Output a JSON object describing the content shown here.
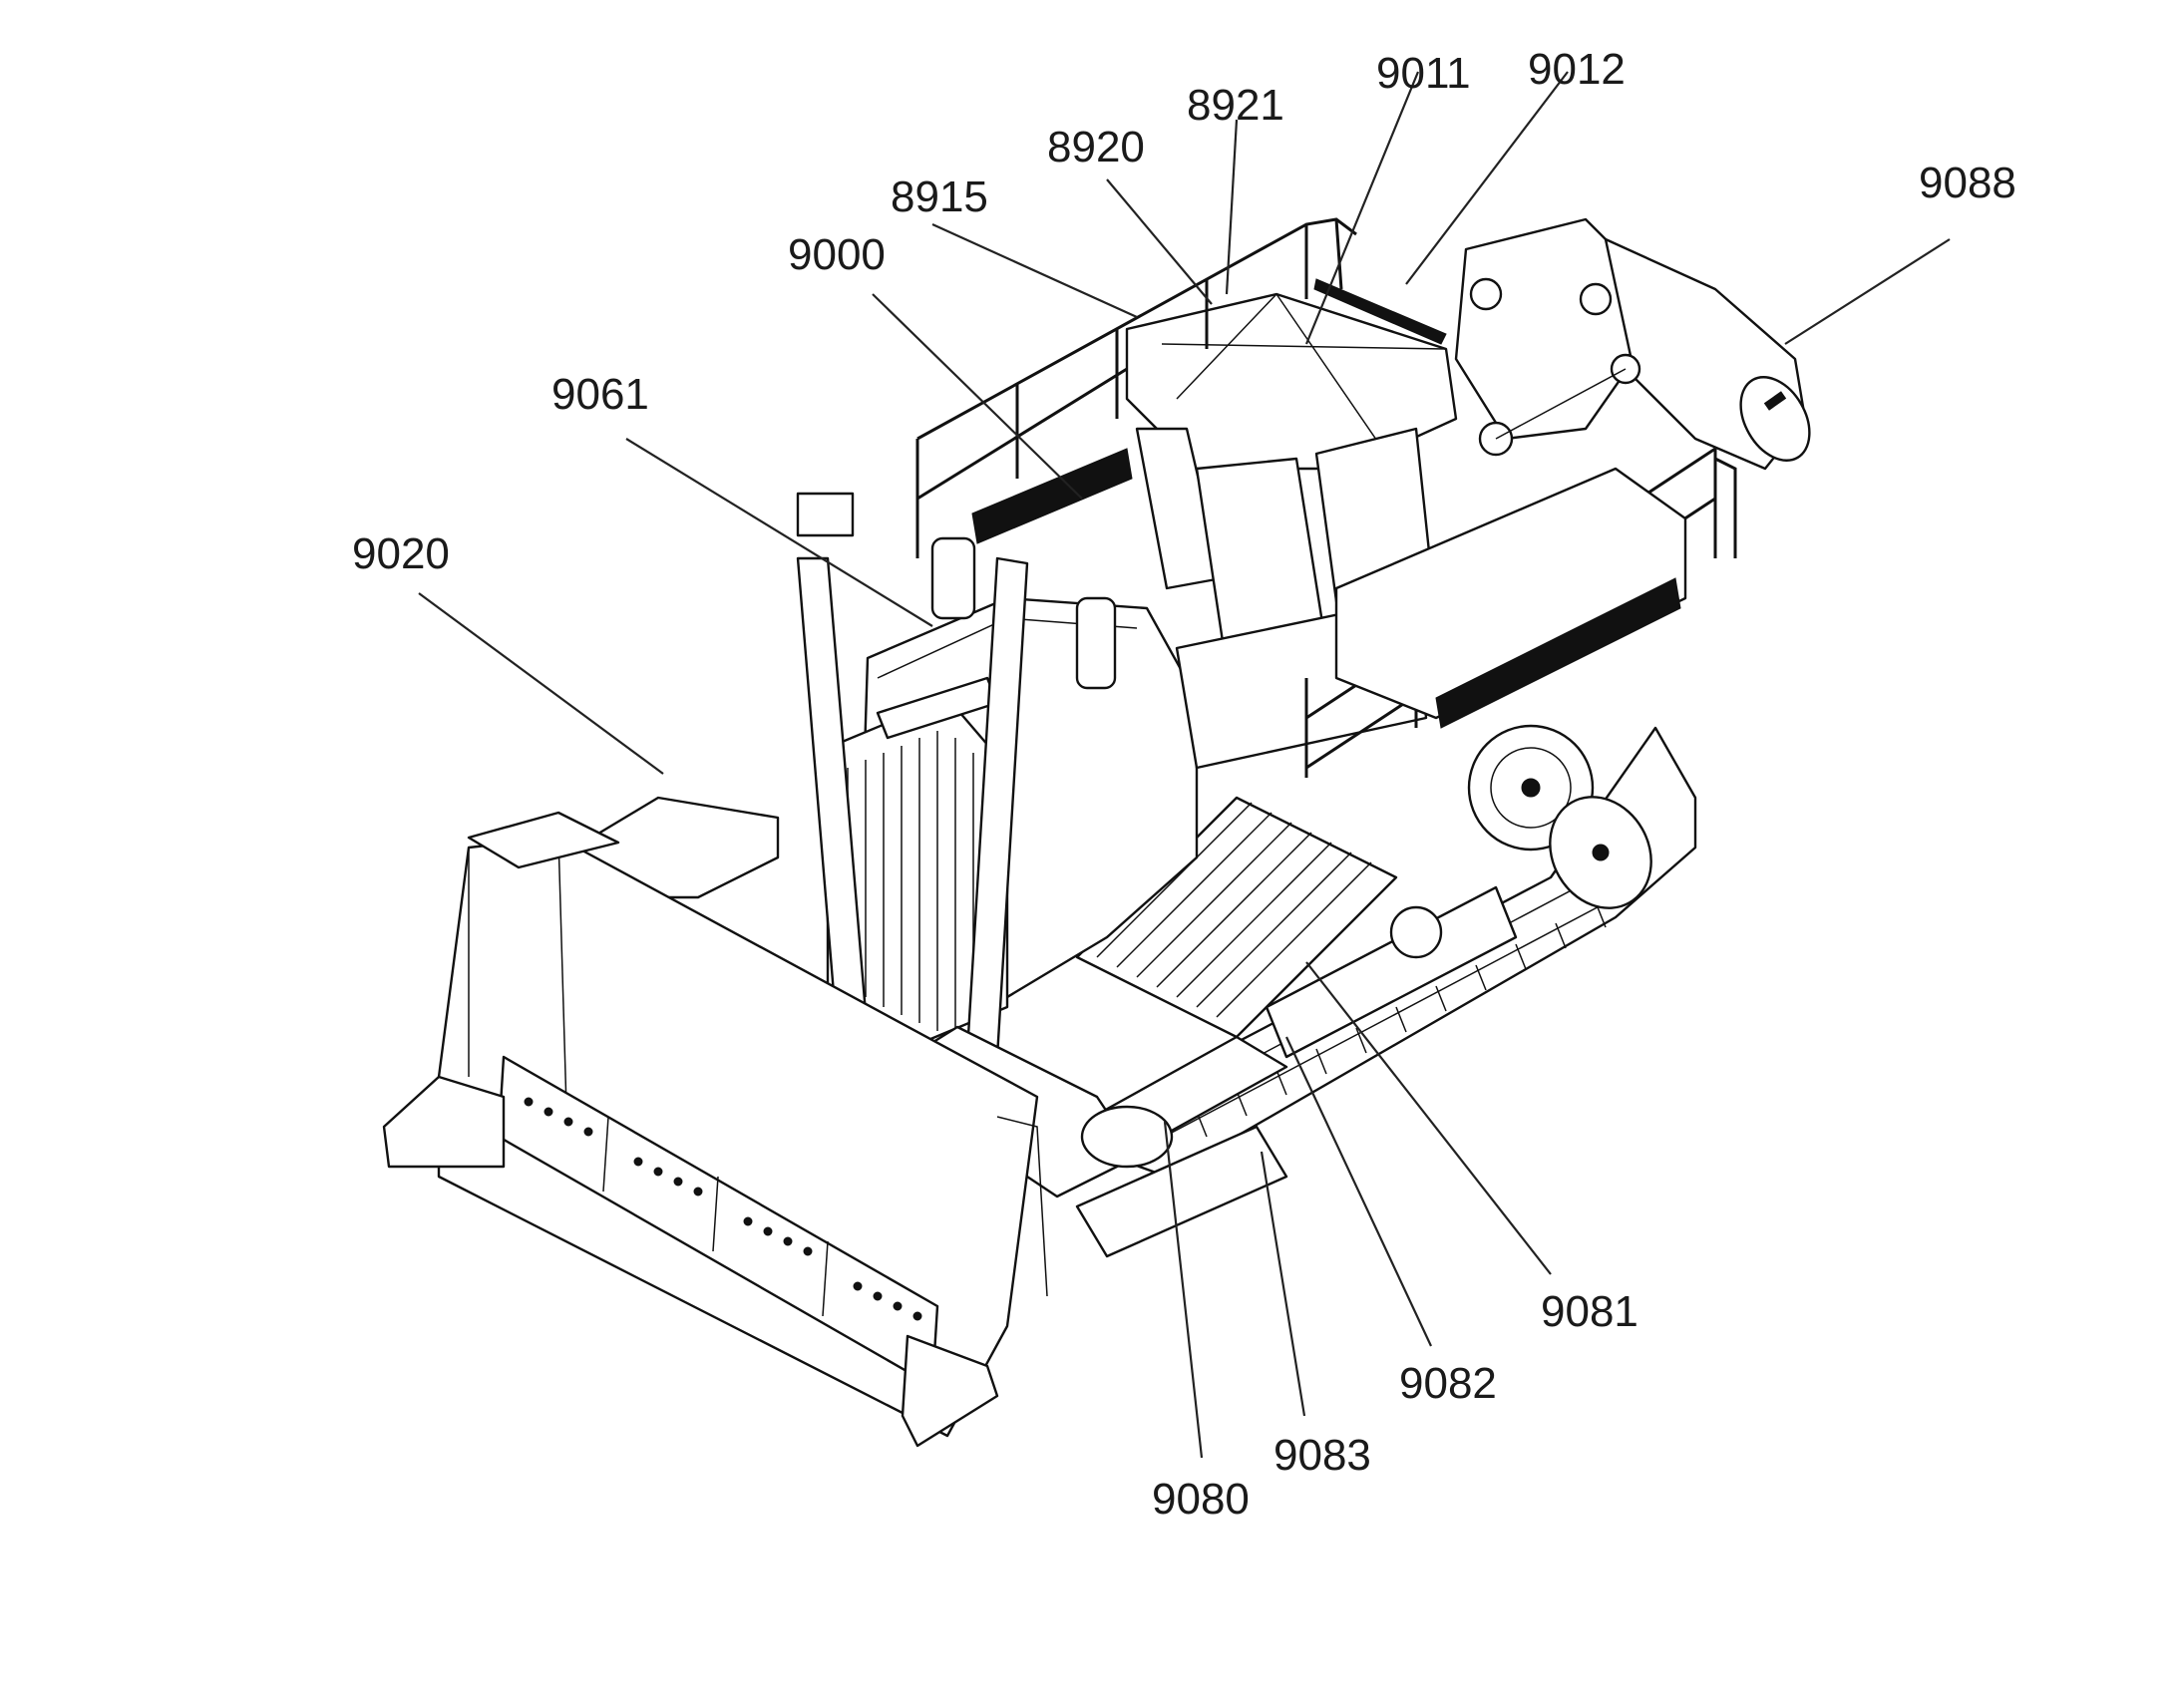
{
  "figure": {
    "labels": [
      {
        "id": "l9011",
        "text": "9011"
      },
      {
        "id": "l9012",
        "text": "9012"
      },
      {
        "id": "l8921",
        "text": "8921"
      },
      {
        "id": "l8920",
        "text": "8920"
      },
      {
        "id": "l8915",
        "text": "8915"
      },
      {
        "id": "l9000",
        "text": "9000"
      },
      {
        "id": "l9088",
        "text": "9088"
      },
      {
        "id": "l9061",
        "text": "9061"
      },
      {
        "id": "l9020",
        "text": "9020"
      },
      {
        "id": "l9081",
        "text": "9081"
      },
      {
        "id": "l9082",
        "text": "9082"
      },
      {
        "id": "l9083",
        "text": "9083"
      },
      {
        "id": "l9080",
        "text": "9080"
      }
    ]
  }
}
